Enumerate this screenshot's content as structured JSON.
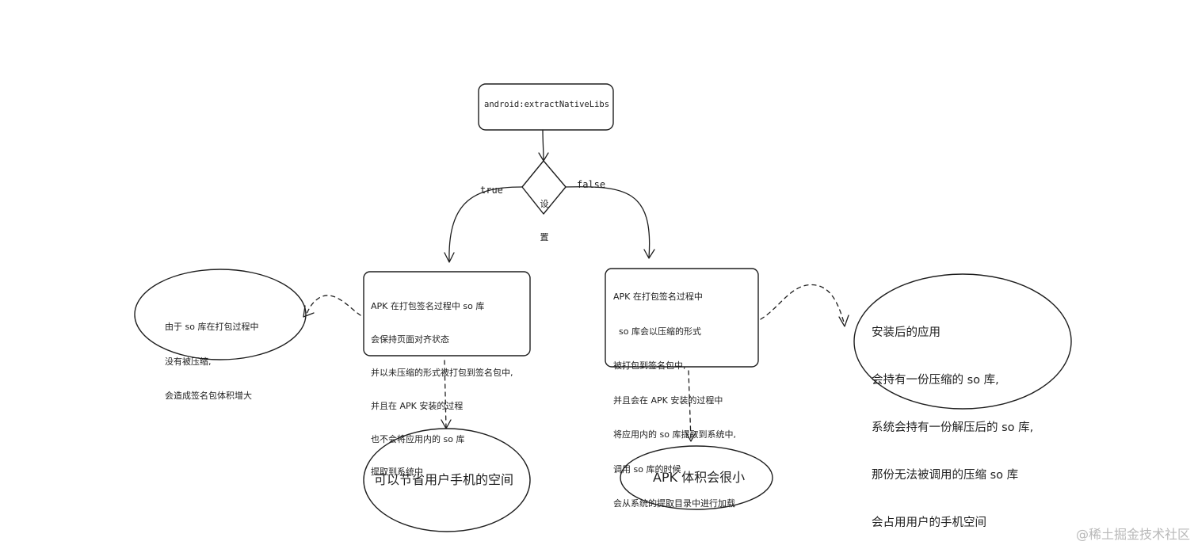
{
  "nodes": {
    "start": "android:extractNativeLibs",
    "decision_lines": [
      "设",
      "置"
    ],
    "left_box_lines": [
      "APK 在打包签名过程中 so 库",
      "会保持页面对齐状态",
      "并以未压缩的形式被打包到签名包中,",
      "并且在 APK 安装的过程",
      "也不会将应用内的 so 库",
      "提取到系统中"
    ],
    "right_box_lines": [
      "APK 在打包签名过程中",
      "  so 库会以压缩的形式",
      "被打包到签名包中,",
      "并且会在 APK 安装的过程中",
      "将应用内的 so 库提取到系统中,",
      "调用 so 库的时候",
      "会从系统的提取目录中进行加载"
    ],
    "left_note_lines": [
      "由于 so 库在打包过程中",
      "没有被压缩,",
      "会造成签名包体积增大"
    ],
    "right_note_lines": [
      "安装后的应用",
      "会持有一份压缩的 so 库,",
      "系统会持有一份解压后的 so 库,",
      "那份无法被调用的压缩 so 库",
      "会占用用户的手机空间"
    ],
    "left_result": "可以节省用户手机的空间",
    "right_result": "APK 体积会很小"
  },
  "edges": {
    "true_label": "true",
    "false_label": "false"
  },
  "watermark": "@稀土掘金技术社区",
  "colors": {
    "stroke": "#1e1e1e",
    "background": "#ffffff",
    "watermark": "#b8b8b8"
  }
}
